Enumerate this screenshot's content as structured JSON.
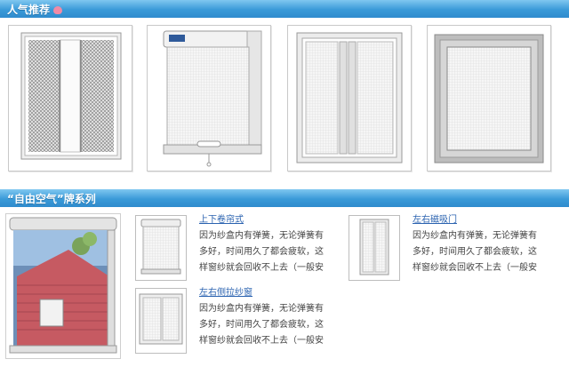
{
  "section1": {
    "title": "人气推荐"
  },
  "section2": {
    "title": "“自由空气”牌系列"
  },
  "products": [
    {
      "name": "上下卷帘式",
      "desc": "因为纱盒内有弹簧，无论弹簧有多好，时间用久了都会疲软，这样窗纱就会回收不上去（一般安"
    },
    {
      "name": "左右磁吸门",
      "desc": "因为纱盒内有弹簧，无论弹簧有多好，时间用久了都会疲软，这样窗纱就会回收不上去（一般安"
    },
    {
      "name": "左右侧拉纱窗",
      "desc": "因为纱盒内有弹簧，无论弹簧有多好，时间用久了都会疲软，这样窗纱就会回收不上去（一般安"
    }
  ],
  "colors": {
    "header": "#3a9ad8",
    "link": "#2b63b0",
    "frame": "#c8c8c8"
  }
}
